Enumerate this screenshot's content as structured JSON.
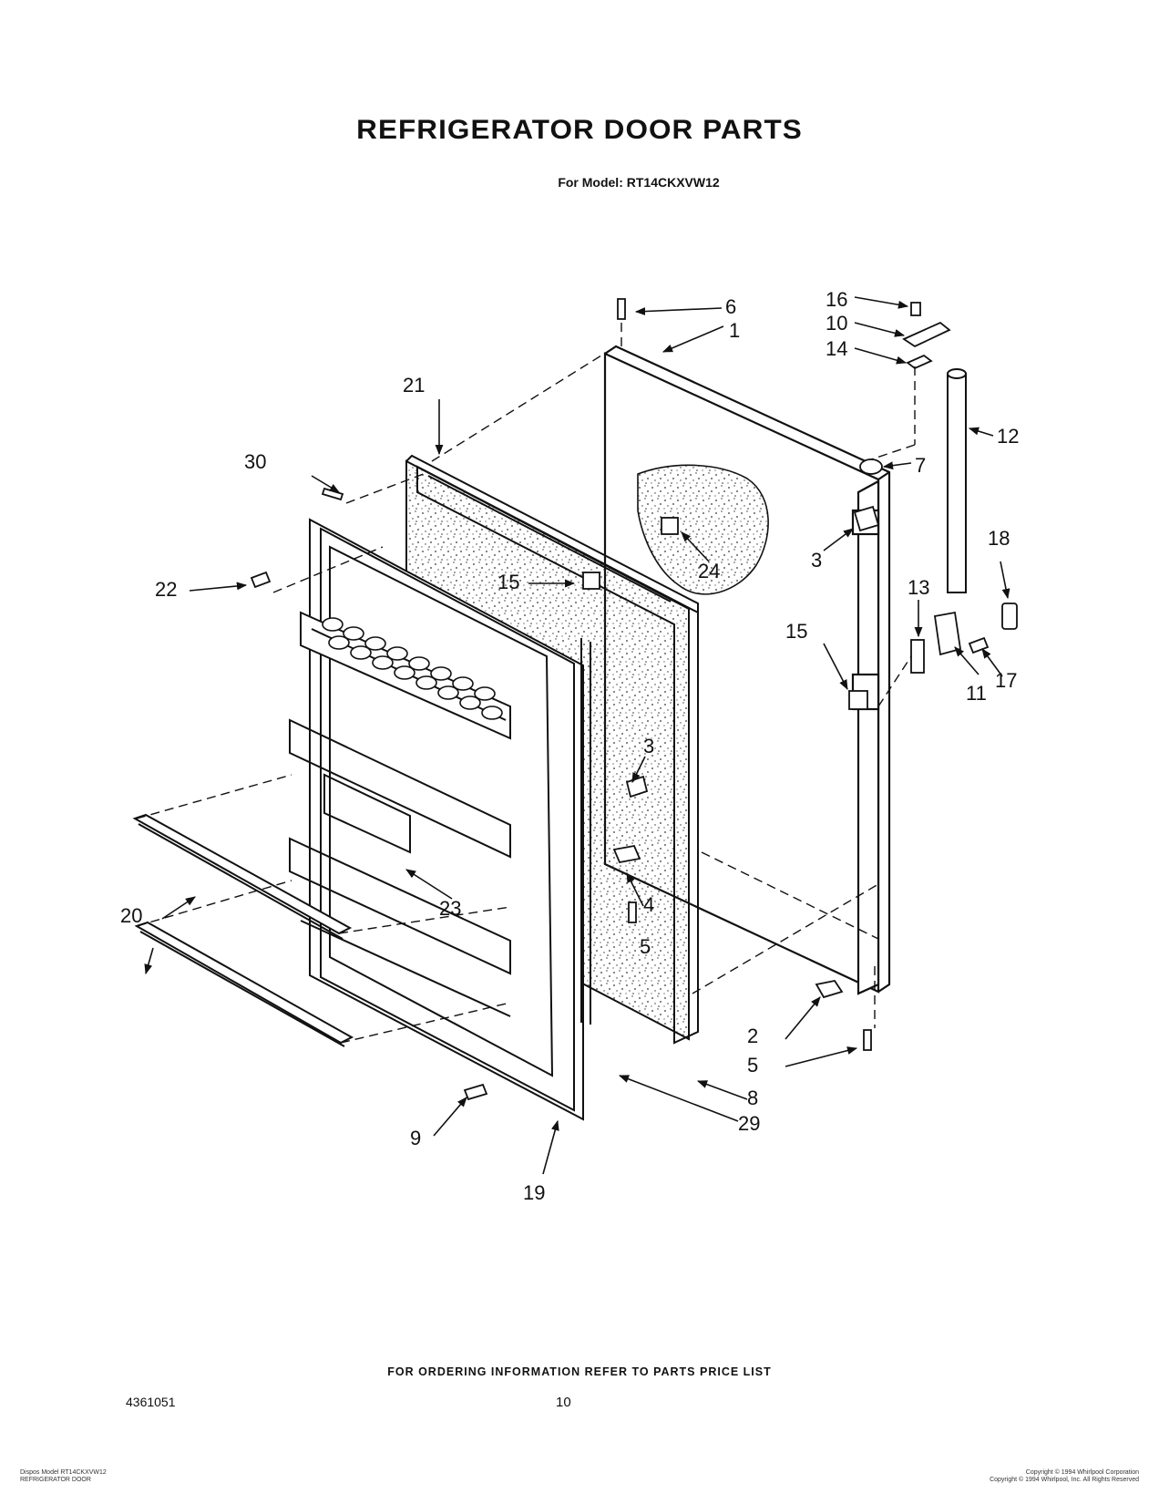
{
  "page": {
    "title": "REFRIGERATOR DOOR PARTS",
    "subtitle": "For Model: RT14CKXVW12",
    "footer_note": "FOR ORDERING INFORMATION REFER TO PARTS PRICE LIST",
    "document_number": "4361051",
    "page_number": "10",
    "fine_print_left": [
      "Dispos Model RT14CKXVW12",
      "REFRIGERATOR DOOR"
    ],
    "fine_print_right": [
      "Copyright © 1994 Whirlpool Corporation",
      "Copyright © 1994 Whirlpool, Inc. All Rights Reserved"
    ]
  },
  "callouts": [
    {
      "id": "c1",
      "label": "1"
    },
    {
      "id": "c2",
      "label": "2"
    },
    {
      "id": "c3a",
      "label": "3"
    },
    {
      "id": "c3b",
      "label": "3"
    },
    {
      "id": "c4",
      "label": "4"
    },
    {
      "id": "c5a",
      "label": "5"
    },
    {
      "id": "c5b",
      "label": "5"
    },
    {
      "id": "c6",
      "label": "6"
    },
    {
      "id": "c7",
      "label": "7"
    },
    {
      "id": "c8",
      "label": "8"
    },
    {
      "id": "c9",
      "label": "9"
    },
    {
      "id": "c10",
      "label": "10"
    },
    {
      "id": "c11",
      "label": "11"
    },
    {
      "id": "c12",
      "label": "12"
    },
    {
      "id": "c13",
      "label": "13"
    },
    {
      "id": "c14",
      "label": "14"
    },
    {
      "id": "c15a",
      "label": "15"
    },
    {
      "id": "c15b",
      "label": "15"
    },
    {
      "id": "c16",
      "label": "16"
    },
    {
      "id": "c17",
      "label": "17"
    },
    {
      "id": "c18",
      "label": "18"
    },
    {
      "id": "c19",
      "label": "19"
    },
    {
      "id": "c20",
      "label": "20"
    },
    {
      "id": "c21",
      "label": "21"
    },
    {
      "id": "c22",
      "label": "22"
    },
    {
      "id": "c23",
      "label": "23"
    },
    {
      "id": "c24",
      "label": "24"
    },
    {
      "id": "c29",
      "label": "29"
    },
    {
      "id": "c30",
      "label": "30"
    }
  ]
}
